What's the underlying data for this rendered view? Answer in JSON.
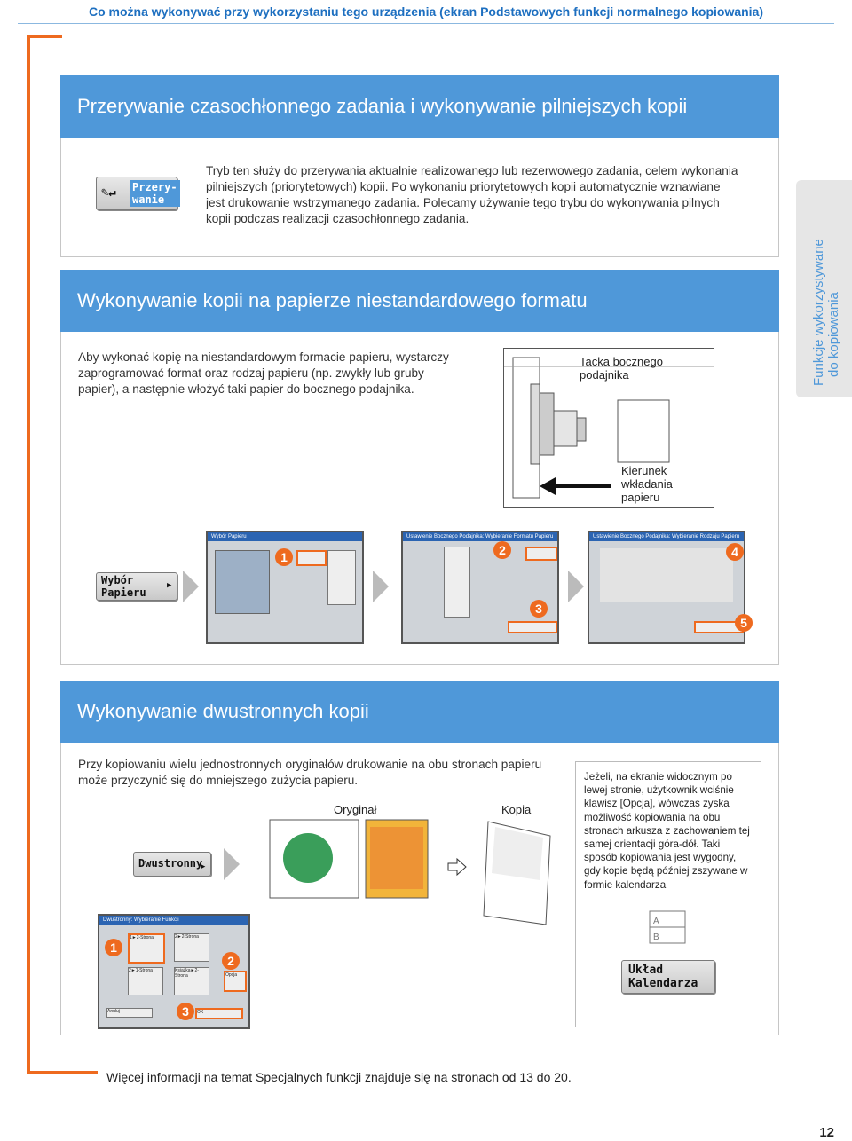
{
  "header": {
    "title": "Co można wykonywać przy wykorzystaniu tego urządzenia (ekran Podstawowych funkcji normalnego kopiowania)"
  },
  "side_tab": {
    "label_line1": "Funkcje wykorzystywane",
    "label_line2": "do kopiowania"
  },
  "section1": {
    "title": "Przerywanie czasochłonnego zadania i wykonywanie pilniejszych kopii",
    "key_label": "Przery-\nwanie",
    "text": "Tryb ten służy do przerywania aktualnie realizowanego lub rezerwowego zadania, celem wykonania pilniejszych (priorytetowych) kopii. Po wykonaniu priorytetowych kopii automatycznie wznawiane jest drukowanie wstrzymanego zadania. Polecamy używanie tego trybu do wykonywania pilnych kopii podczas realizacji czasochłonnego zadania."
  },
  "section2": {
    "title": "Wykonywanie kopii na papierze niestandardowego formatu",
    "text": "Aby wykonać kopię na niestandardowym formacie papieru, wystarczy zaprogramować format oraz rodzaj papieru (np. zwykły lub gruby papier), a następnie włożyć taki papier do bocznego podajnika.",
    "tray_label": "Tacka bocznego\npodajnika",
    "direction_label": "Kierunek\nwkładania\npapieru",
    "key_label": "Wybór\nPapieru",
    "badges": [
      "1",
      "2",
      "3",
      "4",
      "5"
    ],
    "screen1_title": "Wybór Papieru",
    "screen2_title": "Ustawienie Bocznego Podajnika: Wybieranie Formatu Papieru",
    "screen3_title": "Ustawienie Bocznego Podajnika: Wybieranie Rodzaju Papieru"
  },
  "section3": {
    "title": "Wykonywanie dwustronnych kopii",
    "text": "Przy kopiowaniu wielu jednostronnych oryginałów drukowanie na obu stronach papieru może przyczynić się do mniejszego zużycia papieru.",
    "original_label": "Oryginał",
    "copy_label": "Kopia",
    "key_label": "Dwustronny",
    "note": "Jeżeli, na ekranie widocznym po lewej stronie, użytkownik wciśnie klawisz [Opcja], wówczas zyska możliwość kopiowania na obu stronach arkusza z zachowaniem tej samej orientacji góra-dół. Taki sposób kopiowania jest wygodny, gdy kopie będą później zszywane w formie kalendarza",
    "calendar_key": "Układ\nKalendarza",
    "badges": [
      "1",
      "2",
      "3"
    ],
    "screen_title": "Dwustronny: Wybieranie Funkcji",
    "screen_buttons": [
      "1►2-Strona",
      "2►2-Strona",
      "2►1-Strona",
      "Książka►2-Strona",
      "Opcja",
      "Anuluj",
      "OK"
    ]
  },
  "footer": {
    "text": "Więcej informacji na temat Specjalnych funkcji znajduje się na stronach od 13 do 20.",
    "page": "12"
  },
  "colors": {
    "accent": "#ee6a1f",
    "band": "#4f98d9",
    "header_text": "#1d6fc0"
  }
}
